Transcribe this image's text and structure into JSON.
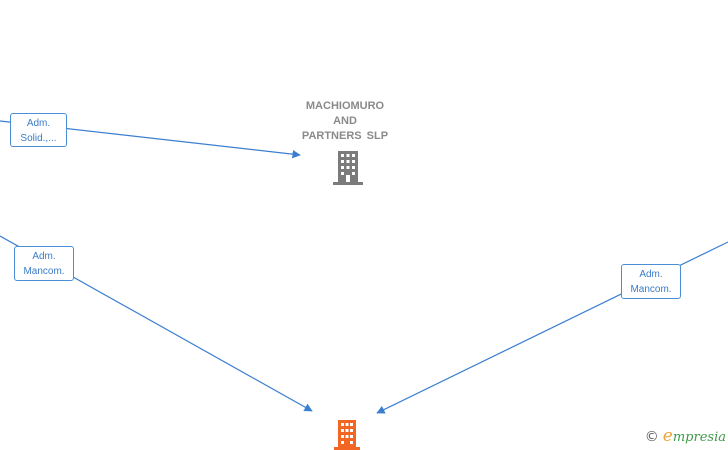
{
  "nodes": {
    "main_company": {
      "name_lines": [
        "MACHIOMURO",
        "AND",
        "PARTNERS  SLP"
      ],
      "icon": "building-icon",
      "color": "#7b7b7b"
    },
    "target_company": {
      "icon": "building-icon",
      "color": "#f26522"
    }
  },
  "edges": [
    {
      "id": "edge-solid",
      "label_lines": [
        "Adm.",
        "Solid.,..."
      ]
    },
    {
      "id": "edge-mancom-left",
      "label_lines": [
        "Adm.",
        "Mancom."
      ]
    },
    {
      "id": "edge-mancom-right",
      "label_lines": [
        "Adm.",
        "Mancom."
      ]
    }
  ],
  "colors": {
    "edge": "#3a7fd0",
    "label_text": "#3a7cc8"
  },
  "branding": {
    "copyright_symbol": "©",
    "brand_initial": "e",
    "brand_rest": "mpresia"
  }
}
